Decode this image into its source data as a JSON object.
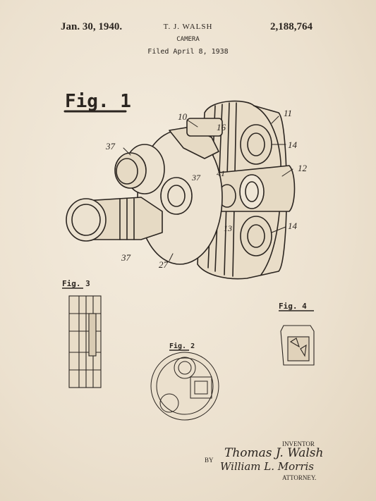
{
  "header": {
    "date": "Jan. 30, 1940.",
    "inventor": "T. J. WALSH",
    "patent_number": "2,188,764",
    "title": "CAMERA",
    "filed": "Filed April 8, 1938"
  },
  "figures": {
    "fig1": "Fig. 1",
    "fig2": "Fig. 2",
    "fig3": "Fig. 3",
    "fig4": "Fig. 4"
  },
  "labels": {
    "l10": "10",
    "l11": "11",
    "l12": "12",
    "l13": "13",
    "l14a": "14",
    "l14b": "14",
    "l16": "16",
    "l37a": "37",
    "l37b": "37",
    "l37c": "37",
    "l41": "41",
    "l27": "27"
  },
  "signature": {
    "inventor_label": "INVENTOR",
    "inventor_sig": "Thomas J. Walsh",
    "by": "BY",
    "attorney_sig": "William L. Morris",
    "attorney_label": "ATTORNEY."
  },
  "colors": {
    "paper": "#efe6d6",
    "ink": "#2b2520"
  }
}
